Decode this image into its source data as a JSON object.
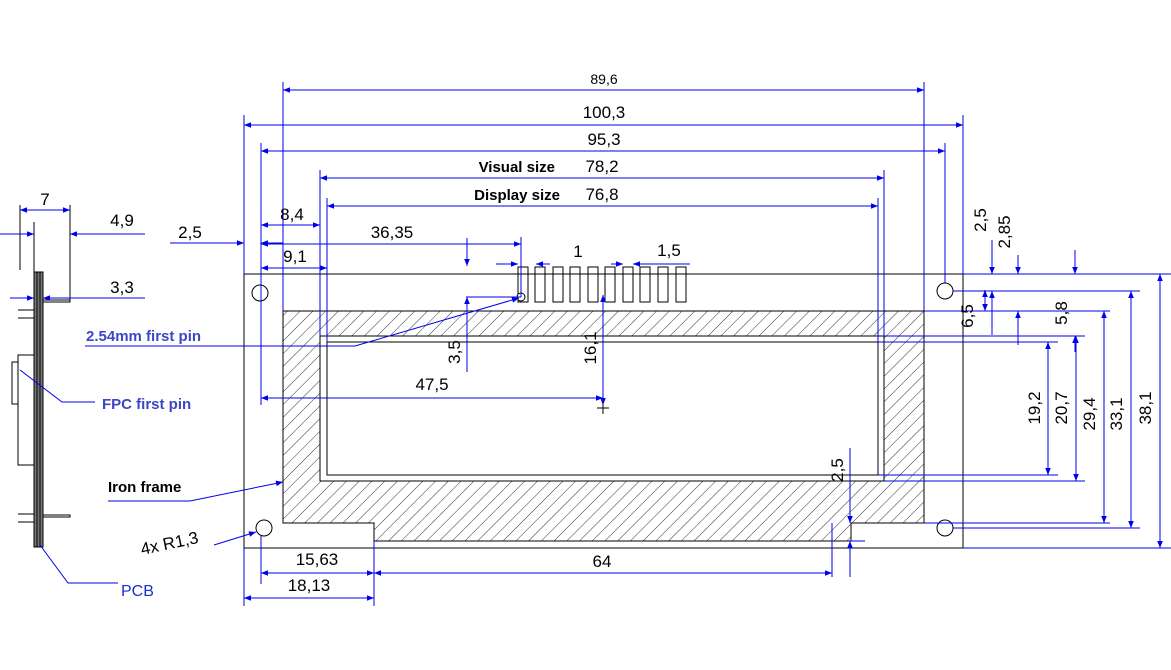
{
  "drawing": {
    "dimensions": {
      "top_89_6": "89,6",
      "top_100_3": "100,3",
      "top_95_3": "95,3",
      "visual_size": "78,2",
      "display_size": "76,8",
      "left_8_4": "8,4",
      "left_9_1": "9,1",
      "left_2_5": "2,5",
      "pin_36_35": "36,35",
      "pin_pitch_1": "1",
      "pin_width_1_5": "1,5",
      "pin_3_5": "3,5",
      "pin_16_1": "16,1",
      "pin_47_5": "47,5",
      "r_2_5": "2,5",
      "r_2_85": "2,85",
      "r_6_5": "6,5",
      "r_5_8": "5,8",
      "r_19_2": "19,2",
      "r_20_7": "20,7",
      "r_29_4": "29,4",
      "r_33_1": "33,1",
      "r_38_1": "38,1",
      "bottom_2_5": "2,5",
      "bottom_15_63": "15,63",
      "bottom_18_13": "18,13",
      "bottom_64": "64",
      "side_7": "7",
      "side_4_9": "4,9",
      "side_3_3": "3,3"
    },
    "labels": {
      "visual_size": "Visual size",
      "display_size": "Display size",
      "first_pin_254": "2.54mm first pin",
      "fpc_first_pin": "FPC first pin",
      "iron_frame": "Iron frame",
      "holes": "4x R1,3",
      "pcb": "PCB"
    },
    "colors": {
      "outline": "#000000",
      "dimension_lines": "#0000ee",
      "callout_labels": "#3b47c6",
      "pcb_label": "#1a2ed0"
    }
  }
}
